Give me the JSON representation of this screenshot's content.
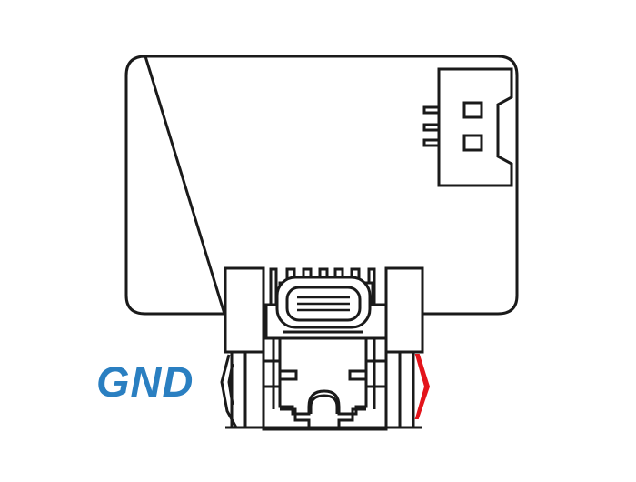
{
  "diagram": {
    "type": "hardware-illustration",
    "subject": "circuit board with USB-C connector and side connector",
    "label": {
      "text": "GND",
      "color": "#2a7fc1"
    },
    "colors": {
      "outline": "#1a1a1a",
      "background": "#ffffff",
      "highlight_wire": "#e3141b"
    },
    "parts": [
      {
        "name": "board",
        "description": "rounded rectangle PCB"
      },
      {
        "name": "side-connector",
        "description": "2-pin header connector on right edge"
      },
      {
        "name": "usb-c-port",
        "description": "USB-C receptacle at bottom edge"
      },
      {
        "name": "left-latch",
        "description": "black outlined latch on left"
      },
      {
        "name": "right-latch",
        "description": "red highlighted latch on right"
      }
    ]
  }
}
